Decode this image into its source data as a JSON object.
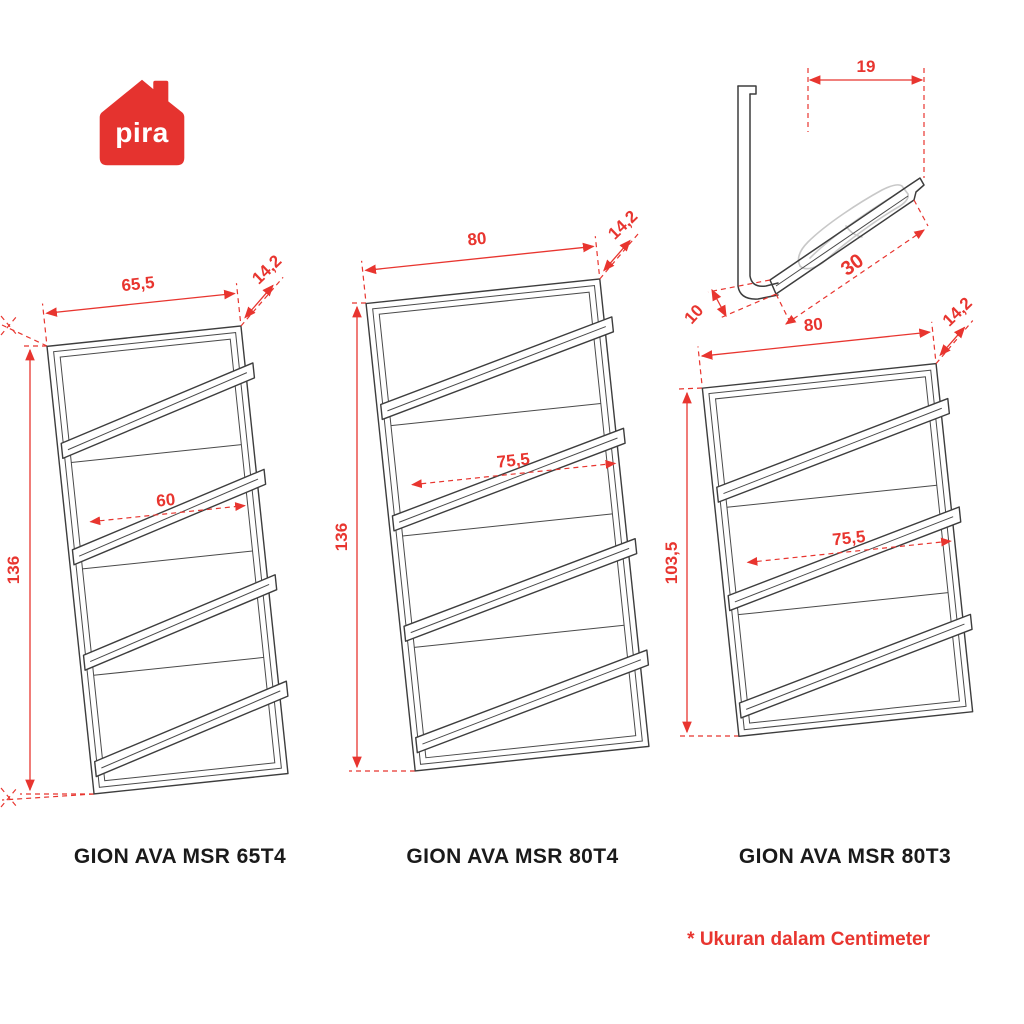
{
  "brand": {
    "logo_text": "pira"
  },
  "colors": {
    "accent_red": "#E8352F",
    "line_dark": "#3D3D3D",
    "shoe_gray": "#C8C8C8"
  },
  "detail": {
    "top_width": "19",
    "side_depth": "10",
    "tray_length": "30"
  },
  "products": [
    {
      "name": "GION AVA MSR 65T4",
      "width": "65,5",
      "depth": "14,2",
      "height": "136",
      "inner_width": "60",
      "tiers": 4
    },
    {
      "name": "GION AVA MSR 80T4",
      "width": "80",
      "depth": "14,2",
      "height": "136",
      "inner_width": "75,5",
      "tiers": 4
    },
    {
      "name": "GION AVA MSR 80T3",
      "width": "80",
      "depth": "14,2",
      "height": "103,5",
      "inner_width": "75,5",
      "tiers": 3
    }
  ],
  "note": {
    "text": "* Ukuran dalam Centimeter"
  }
}
